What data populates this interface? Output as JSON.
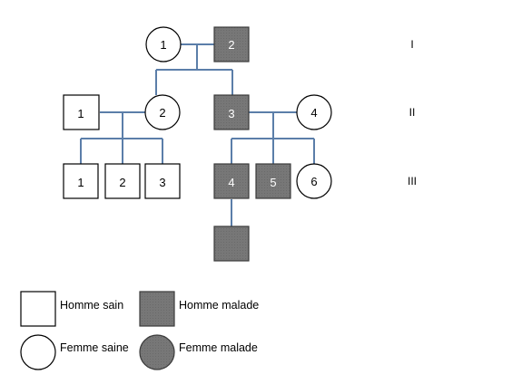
{
  "generations": {
    "g1": "I",
    "g2": "II",
    "g3": "III"
  },
  "individuals": {
    "I1": "1",
    "I2": "2",
    "II1": "1",
    "II2": "2",
    "II3": "3",
    "II4": "4",
    "III1": "1",
    "III2": "2",
    "III3": "3",
    "III4": "4",
    "III5": "5",
    "III6": "6",
    "IV1": ""
  },
  "legend": {
    "healthy_male": "Homme sain",
    "affected_male": "Homme malade",
    "healthy_female": "Femme saine",
    "affected_female": "Femme malade"
  },
  "colors": {
    "line": "#5b7ea9",
    "affected_fill": "#757575",
    "affected_stroke": "#3b3b3b",
    "healthy_stroke": "#000000"
  }
}
